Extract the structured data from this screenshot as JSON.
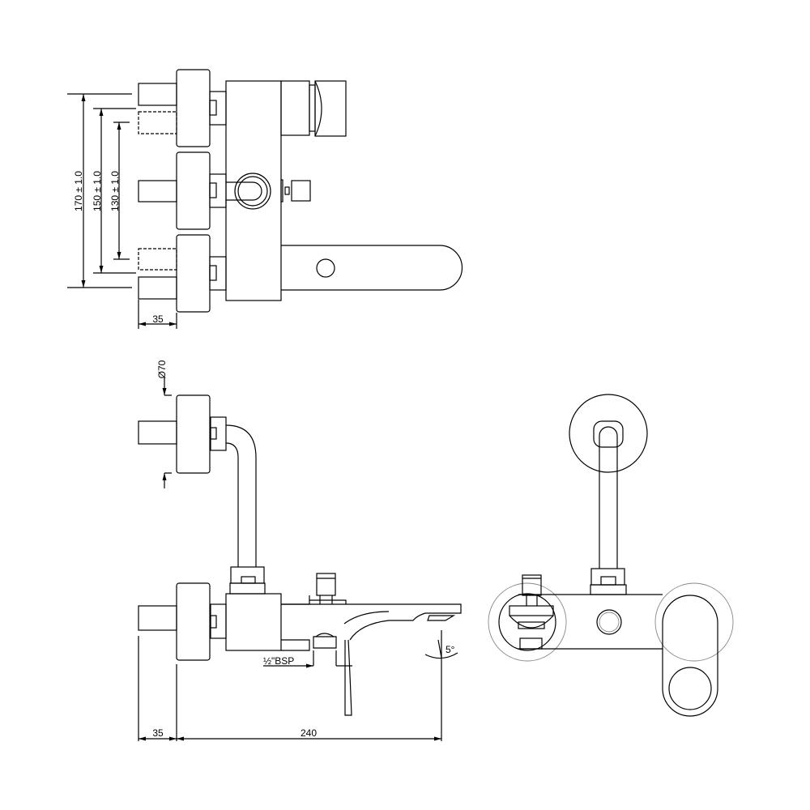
{
  "top_view": {
    "dim_170": "170 ± 1.0",
    "dim_150": "150 ± 1.0",
    "dim_130": "130 ± 1.0",
    "dim_35": "35"
  },
  "side_view": {
    "dim_diameter": "Ø70",
    "dim_bsp": "½\"BSP",
    "dim_angle": "5°",
    "dim_35": "35",
    "dim_240": "240"
  },
  "colors": {
    "line": "#000000",
    "hidden_circle": "#888888"
  }
}
